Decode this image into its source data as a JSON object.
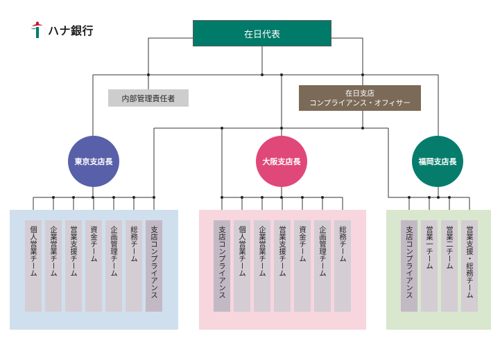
{
  "logo": {
    "text": "ハナ銀行",
    "icon": "hana-bank-logo-icon"
  },
  "top": {
    "label": "在日代表"
  },
  "audit": {
    "label": "内部管理責任者"
  },
  "compliance": {
    "line1": "在日支店",
    "line2": "コンプライアンス・オフィサー"
  },
  "branches": {
    "tokyo": {
      "label": "東京支店長",
      "teams": [
        "個人営業チーム",
        "企業営業チーム",
        "営業支援チーム",
        "資金チーム",
        "企画管理チーム",
        "総務チーム",
        "支店コンプライアンス"
      ]
    },
    "osaka": {
      "label": "大阪支店長",
      "teams": [
        "支店コンプライアンス",
        "個人営業チーム",
        "企業営業チーム",
        "営業支援チーム",
        "資金チーム",
        "企画管理チーム",
        "総務チーム"
      ]
    },
    "fukuoka": {
      "label": "福岡支店長",
      "teams": [
        "支店コンプライアンス",
        "営業一チーム",
        "営業二チーム",
        "営業支援・総務チーム"
      ]
    }
  },
  "colors": {
    "top": "#007a69",
    "compliance": "#7b6a57",
    "audit": "#cdcdcd",
    "tokyo": "#5860a9",
    "osaka": "#e0487a",
    "fukuoka": "#067d6c",
    "tokyo_panel": "#cfdfee",
    "osaka_panel": "#f7d6de",
    "fukuoka_panel": "#d8e7cd"
  }
}
